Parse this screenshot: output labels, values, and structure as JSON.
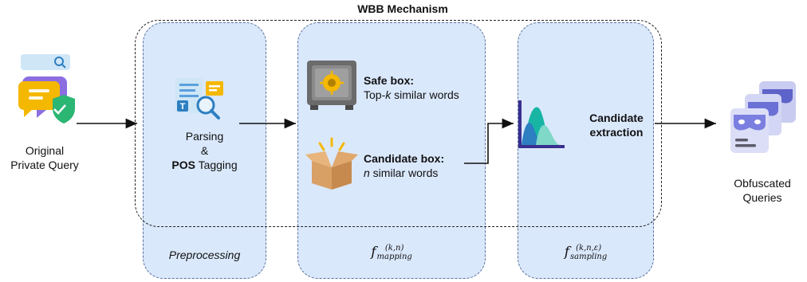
{
  "title": "WBB Mechanism",
  "input": {
    "line1": "Original",
    "line2": "Private Query"
  },
  "preprocessing": {
    "line1": "Parsing",
    "line2": "&",
    "pos_bold": "POS",
    "pos_rest": " Tagging",
    "stage_label": "Preprocessing"
  },
  "mapping": {
    "safe_title": "Safe box:",
    "safe_sub_pre": "Top-",
    "safe_sub_k": "k",
    "safe_sub_post": " similar words",
    "cand_title": "Candidate box:",
    "cand_sub_n": "n",
    "cand_sub_post": " similar words",
    "f_symbol": "f",
    "f_sup": "(k,n)",
    "f_sub": "mapping"
  },
  "sampling": {
    "line1": "Candidate",
    "line2": "extraction",
    "f_symbol": "f",
    "f_sup": "(k,n,ε)",
    "f_sub": "sampling"
  },
  "output": {
    "line1": "Obfuscated",
    "line2": "Queries"
  },
  "colors": {
    "panel_fill": "#dae8fc",
    "panel_border": "#5a6f9a",
    "accent_yellow": "#f5b800",
    "accent_green": "#2bb673",
    "accent_purple": "#7b7fe0",
    "accent_teal": "#18b5a4"
  }
}
